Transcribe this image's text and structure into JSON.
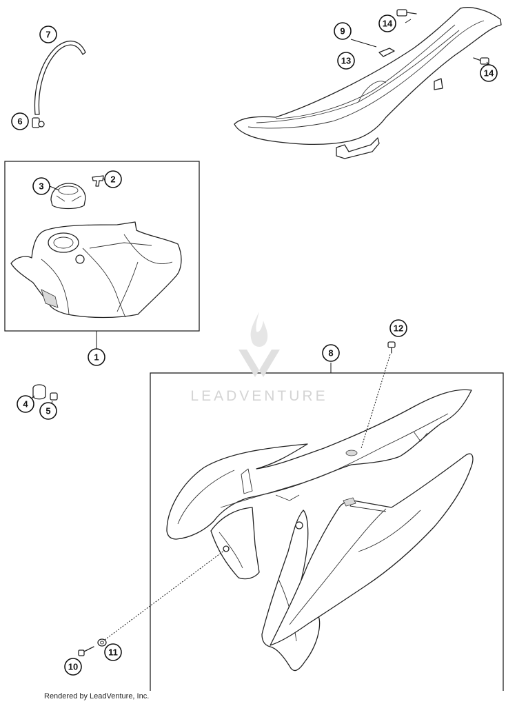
{
  "callouts": {
    "c1": "1",
    "c2": "2",
    "c3": "3",
    "c4": "4",
    "c5": "5",
    "c6": "6",
    "c7": "7",
    "c8": "8",
    "c9": "9",
    "c10": "10",
    "c11": "11",
    "c12": "12",
    "c13": "13",
    "c14a": "14",
    "c14b": "14"
  },
  "watermark": "LEADVENTURE",
  "footer": "Rendered by LeadVenture, Inc."
}
